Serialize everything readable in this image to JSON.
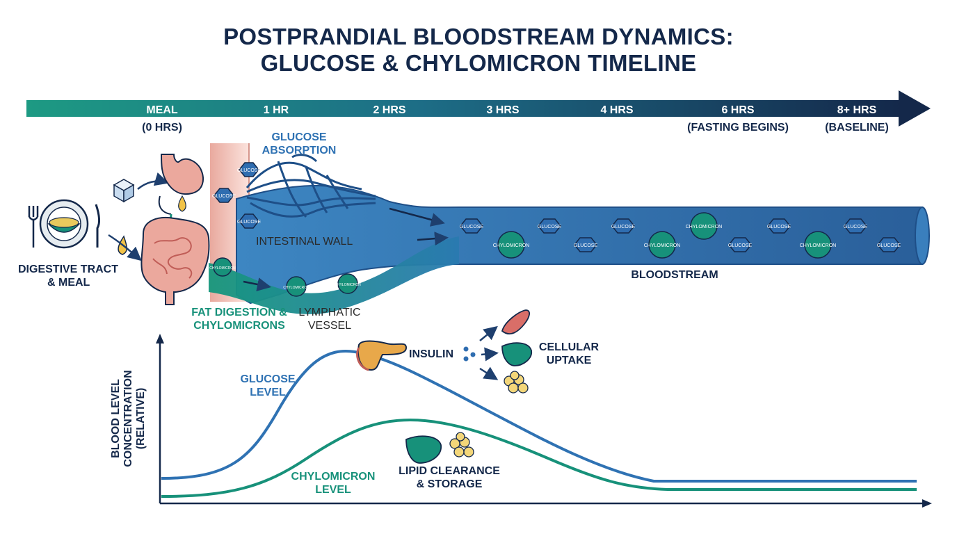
{
  "title": {
    "line1": "POSTPRANDIAL BLOODSTREAM DYNAMICS:",
    "line2": "GLUCOSE & CHYLOMICRON TIMELINE"
  },
  "timeline": [
    {
      "label": "MEAL",
      "sub": "(0 HRS)"
    },
    {
      "label": "1 HR",
      "sub": ""
    },
    {
      "label": "2 HRS",
      "sub": ""
    },
    {
      "label": "3 HRS",
      "sub": ""
    },
    {
      "label": "4 HRS",
      "sub": ""
    },
    {
      "label": "6 HRS",
      "sub": "(FASTING BEGINS)"
    },
    {
      "label": "8+ HRS",
      "sub": "(BASELINE)"
    }
  ],
  "labels": {
    "digestive_line1": "DIGESTIVE TRACT",
    "digestive_line2": "& MEAL",
    "glucose_absorption_line1": "GLUCOSE",
    "glucose_absorption_line2": "ABSORPTION",
    "intestinal_wall": "INTESTINAL WALL",
    "bloodstream": "BLOODSTREAM",
    "fat_digestion_line1": "FAT DIGESTION &",
    "fat_digestion_line2": "CHYLOMICRONS",
    "lymphatic_line1": "LYMPHATIC",
    "lymphatic_line2": "VESSEL",
    "insulin": "INSULIN",
    "cellular_uptake_line1": "CELLULAR",
    "cellular_uptake_line2": "UPTAKE",
    "lipid_clearance_line1": "LIPID CLEARANCE",
    "lipid_clearance_line2": "& STORAGE"
  },
  "molecules": {
    "glucose": "GLUCOSE",
    "chylomicron": "CHYLOMICRON"
  },
  "graph": {
    "ylabel_line1": "BLOOD LEVEL",
    "ylabel_line2": "CONCENTRATION",
    "ylabel_line3": "(RELATIVE)",
    "glucose_line1": "GLUCOSE",
    "glucose_line2": "LEVEL",
    "chylomicron_line1": "CHYLOMICRON",
    "chylomicron_line2": "LEVEL"
  },
  "colors": {
    "navy": "#14284a",
    "glucose_blue": "#2f72b3",
    "chylomicron_teal": "#17917a",
    "tissue_pink": "#e8a49a"
  }
}
